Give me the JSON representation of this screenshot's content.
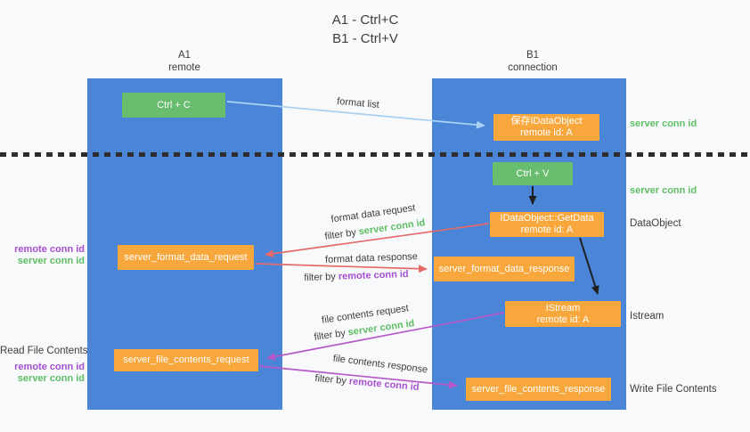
{
  "title": {
    "line1": "A1 - Ctrl+C",
    "line2": "B1 - Ctrl+V"
  },
  "columns": {
    "a1": {
      "name": "A1",
      "role": "remote"
    },
    "b1": {
      "name": "B1",
      "role": "connection"
    }
  },
  "nodes": {
    "ctrl_c": {
      "label": "Ctrl + C"
    },
    "save_idataobject": {
      "line1": "保存IDataObject",
      "line2": "remote id: A"
    },
    "ctrl_v": {
      "label": "Ctrl + V"
    },
    "getdata": {
      "line1": "IDataObject::GetData",
      "line2": "remote id: A"
    },
    "server_format_data_request": {
      "label": "server_format_data_request"
    },
    "server_format_data_response": {
      "label": "server_format_data_response"
    },
    "istream": {
      "line1": "IStream",
      "line2": "remote id: A"
    },
    "server_file_contents_request": {
      "label": "server_file_contents_request"
    },
    "server_file_contents_response": {
      "label": "server_file_contents_response"
    }
  },
  "terms": {
    "filter_by": "filter by ",
    "server_conn_id": "server conn id",
    "remote_conn_id": "remote conn id"
  },
  "flow_labels": {
    "format_list": "format list",
    "format_data_request": "format data request",
    "format_data_response": "format data response",
    "file_contents_request": "file contents request",
    "file_contents_response": "file contents response"
  },
  "side_labels": {
    "data_object": "DataObject",
    "istream": "Istream",
    "write_file_contents": "Write File Contents",
    "read_file_contents": "Read File Contents"
  },
  "colors": {
    "background": "#f8f9fa",
    "column_blue": "#4a85d8",
    "node_green": "#68bd6e",
    "node_orange": "#f8a73d",
    "arrow_red": "#e56a6a",
    "arrow_purple": "#b55ac8",
    "arrow_light_blue": "#a9d2f3",
    "arrow_black": "#1f1f1f",
    "text_green": "#5fbd66",
    "text_purple": "#a74fd1",
    "text_dark": "#3d3d3d"
  }
}
